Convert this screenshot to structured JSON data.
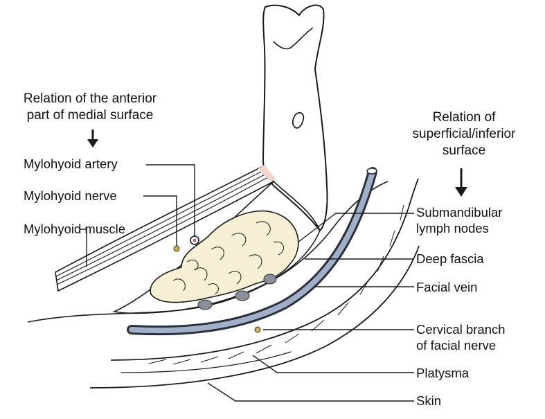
{
  "diagram": {
    "left_heading": [
      "Relation of the anterior",
      "part of medial surface"
    ],
    "right_heading": [
      "Relation of",
      "superficial/inferior",
      "surface"
    ],
    "labels": {
      "mylohyoid_artery": "Mylohyoid artery",
      "mylohyoid_nerve": "Mylohyoid nerve",
      "mylohyoid_muscle": "Mylohyoid muscle",
      "submandibular_lymph_nodes": [
        "Submandibular",
        "lymph nodes"
      ],
      "deep_fascia": "Deep fascia",
      "facial_vein": "Facial vein",
      "cervical_branch": [
        "Cervical branch",
        "of facial nerve"
      ],
      "platysma": "Platysma",
      "skin": "Skin"
    },
    "colors": {
      "outline": "#1a1a1a",
      "gland": "#f7f0d4",
      "vein_outer": "#2b2f3a",
      "vein_inner": "#9fb0c8",
      "nodes": "#8a8f99",
      "artery": "#b06a7a",
      "nerve": "#c9b24a",
      "muscle_pink": "#f4d6cc"
    }
  }
}
